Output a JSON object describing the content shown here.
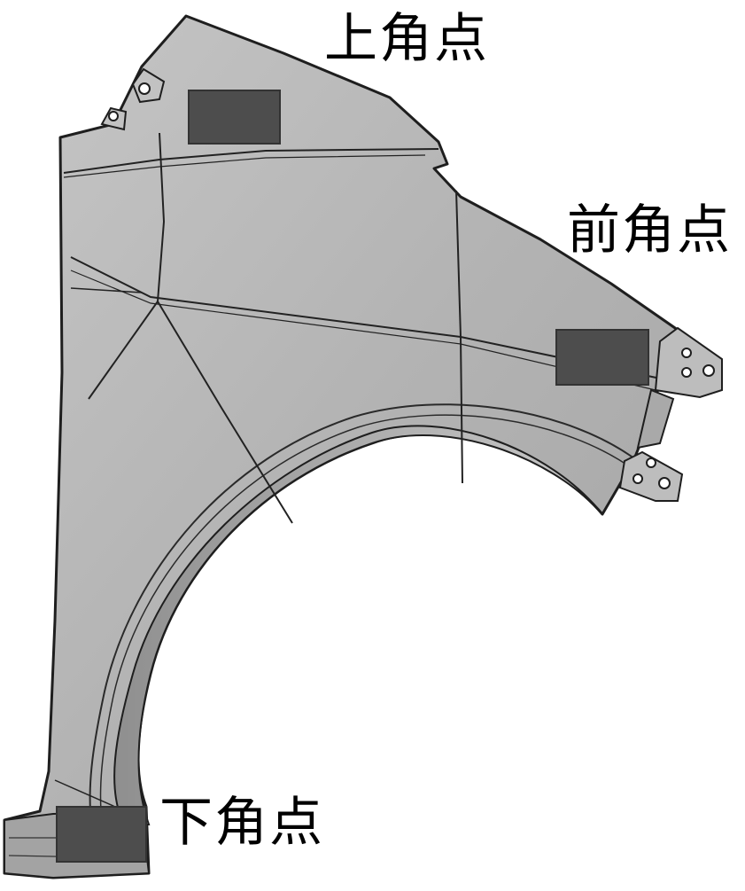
{
  "labels": {
    "upper_corner": "上角点",
    "front_corner": "前角点",
    "lower_corner": "下角点"
  },
  "colors": {
    "panel_fill": "#b4b4b4",
    "panel_light": "#cdcdcd",
    "panel_dark": "#8e8e8e",
    "outline": "#1e1e1e",
    "marker_fill": "#4d4d4d",
    "marker_stroke": "#333333",
    "background": "#ffffff"
  }
}
